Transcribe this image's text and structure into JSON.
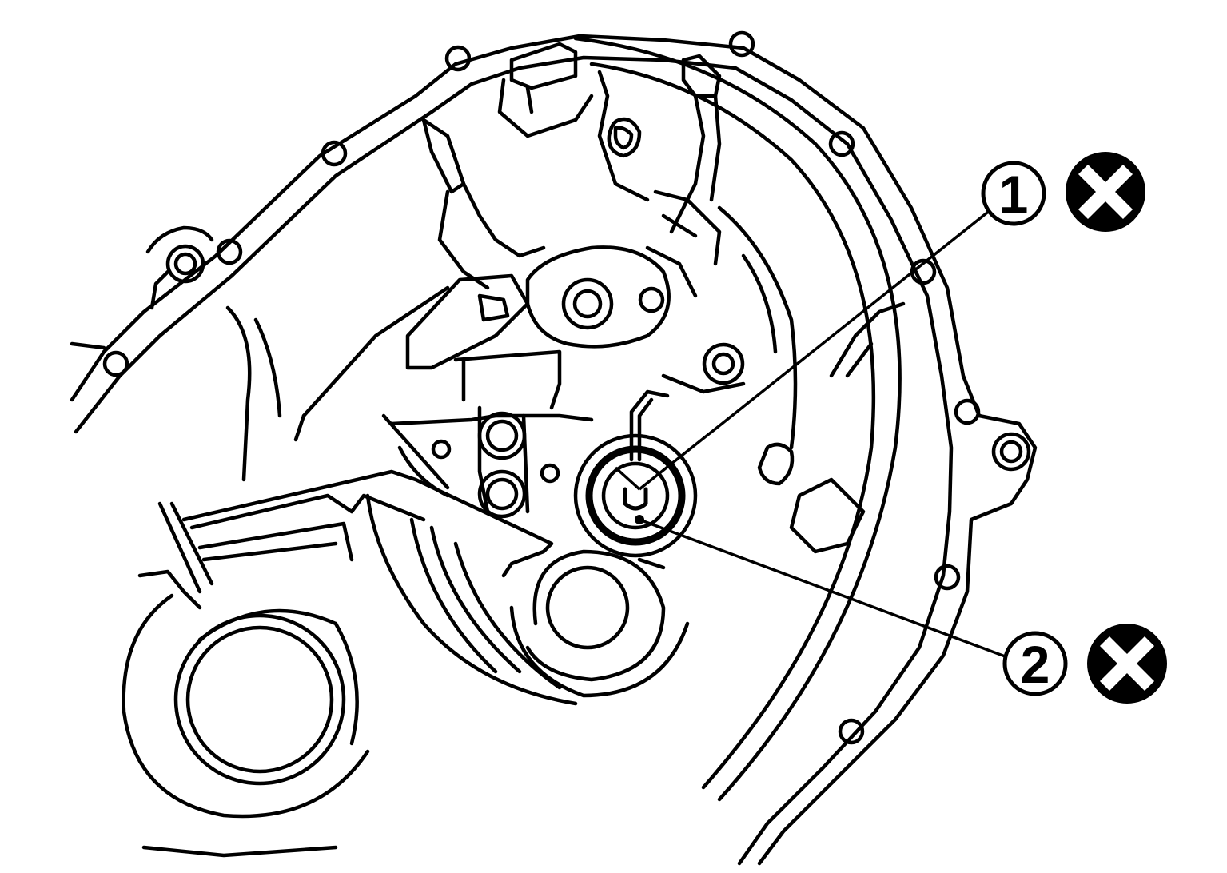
{
  "diagram": {
    "callouts": [
      {
        "number": "1",
        "symbol": "do-not-reuse-mark"
      },
      {
        "number": "2",
        "symbol": "do-not-reuse-mark"
      }
    ],
    "colors": {
      "ink": "#000000",
      "paper": "#ffffff"
    }
  }
}
